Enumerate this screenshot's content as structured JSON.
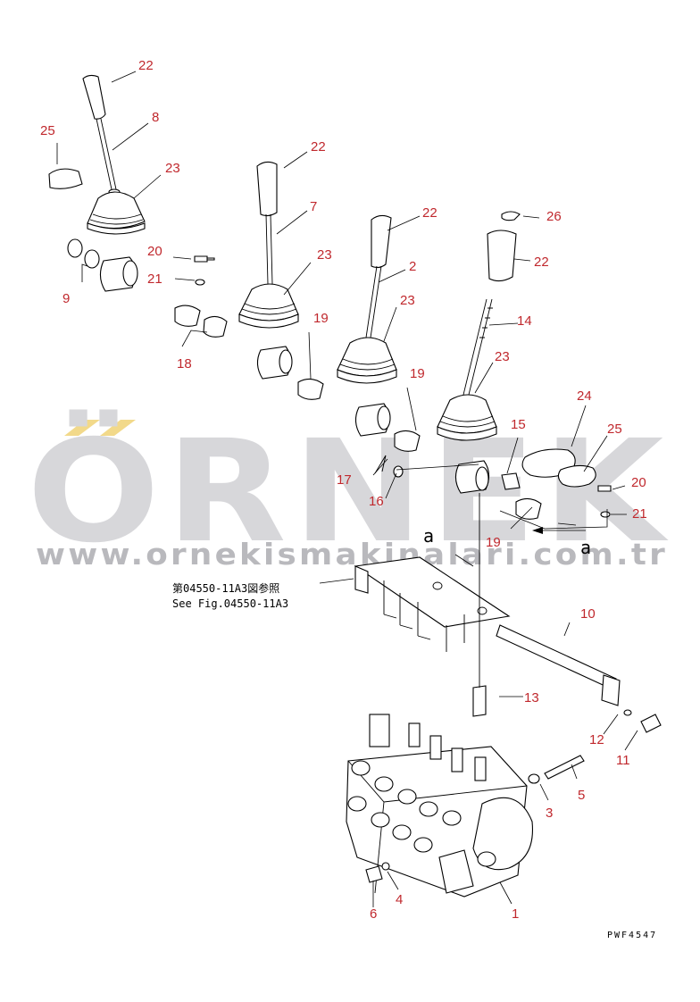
{
  "watermark": {
    "brand": "ÖRNEK",
    "url": "www.ornekismakinalari.com.tr",
    "accent_color": "#f2d98a",
    "text_color": "#d7d7da"
  },
  "drawing_code": "PWF4547",
  "reference": {
    "line_jp": "第04550-11A3図参照",
    "line_en": "See Fig.04550-11A3"
  },
  "view_markers": {
    "upper": "a",
    "lower": "a"
  },
  "callouts": [
    "22",
    "8",
    "25",
    "23",
    "9",
    "20",
    "21",
    "18",
    "22",
    "7",
    "23",
    "19",
    "22",
    "2",
    "23",
    "19",
    "26",
    "22",
    "14",
    "23",
    "24",
    "25",
    "15",
    "20",
    "21",
    "17",
    "16",
    "19",
    "10",
    "13",
    "12",
    "11",
    "5",
    "3",
    "4",
    "6",
    "1"
  ],
  "colors": {
    "callout": "#c0282d",
    "line": "#000000"
  }
}
